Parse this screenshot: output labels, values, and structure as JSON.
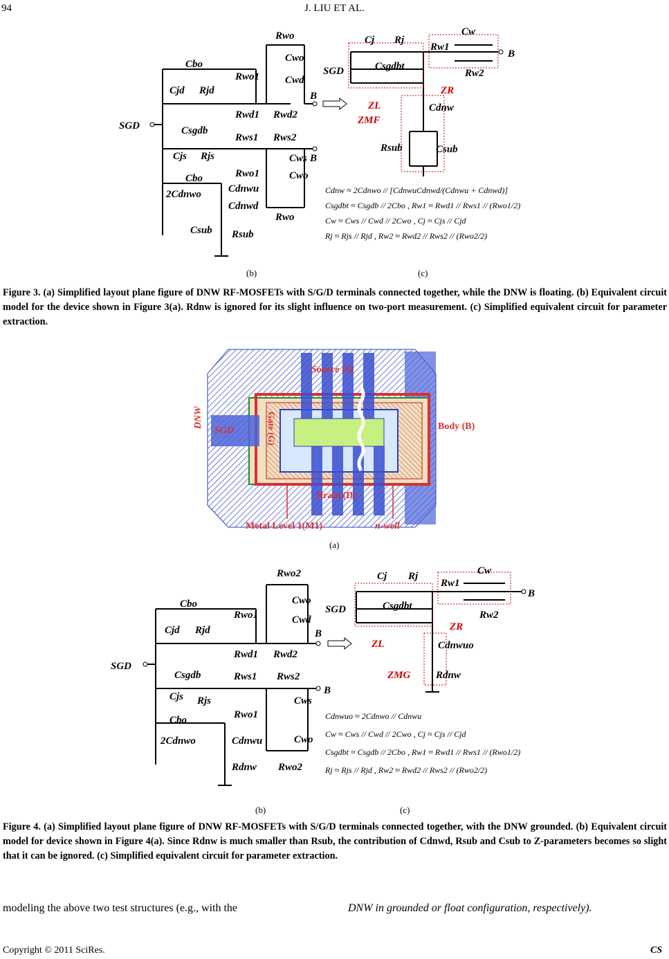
{
  "header": {
    "page_number": "94",
    "running_title": "J. LIU ET AL."
  },
  "fig3": {
    "sub_b": "(b)",
    "sub_c": "(c)",
    "caption": "Figure 3. (a) Simplified layout plane figure of DNW RF-MOSFETs with S/G/D terminals connected together, while the DNW is floating. (b) Equivalent circuit model for the device shown in Figure 3(a). Rdnw is ignored for its slight influence on two-port measurement. (c) Simplified equivalent circuit for parameter extraction.",
    "equations": [
      "Cdnw ≈ 2Cdnwo // [CdnwuCdnwd/(Cdnwu + Cdnwd)]",
      "Csgdbt ≈ Csgdb // 2Cbo , Rw1 ≈ Rwd1 // Rws1 // (Rwo1/2)",
      "Cw ≈ Cws // Cwd // 2Cwo , Cj ≈ Cjs // Cjd",
      "Rj ≈ Rjs // Rjd , Rw2 ≈ Rwd2 // Rws2 // (Rwo2/2)"
    ]
  },
  "layout": {
    "sub_a": "(a)",
    "labels": {
      "source": "Source (S)",
      "gate": "Gate (G)",
      "body": "Body (B)",
      "drain": "Drain (D)",
      "sgd": "SGD",
      "dnw": "DNW",
      "metal": "Metal Level 1(M1)",
      "nwell": "n-well"
    }
  },
  "fig4": {
    "sub_b": "(b)",
    "sub_c": "(c)",
    "caption": "Figure 4. (a) Simplified layout plane figure of DNW RF-MOSFETs with S/G/D terminals connected together, with the DNW grounded. (b) Equivalent circuit model for device shown in Figure 4(a). Since Rdnw is much smaller than Rsub, the contribution of Cdnwd, Rsub and Csub to Z-parameters becomes so slight that it can be ignored. (c) Simplified equivalent circuit for parameter extraction.",
    "equations": [
      "Cdnwuo ≈ 2Cdnwo // Cdnwu",
      "Cw ≈ Cws // Cwd // 2Cwo , Cj ≈ Cjs // Cjd",
      "Csgdbt ≈ Csgdb // 2Cbo , Rw1 ≈ Rwd1 // Rws1 // (Rwo1/2)",
      "Rj ≈ Rjs // Rjd , Rw2 ≈ Rwd2 // Rws2 // (Rwo2/2)"
    ]
  },
  "body_text": {
    "left": "modeling the above two test structures (e.g., with the",
    "right": "DNW in grounded or float configuration, respectively)."
  },
  "footer": {
    "copyright": "Copyright © 2011 SciRes.",
    "journal": "CS"
  }
}
